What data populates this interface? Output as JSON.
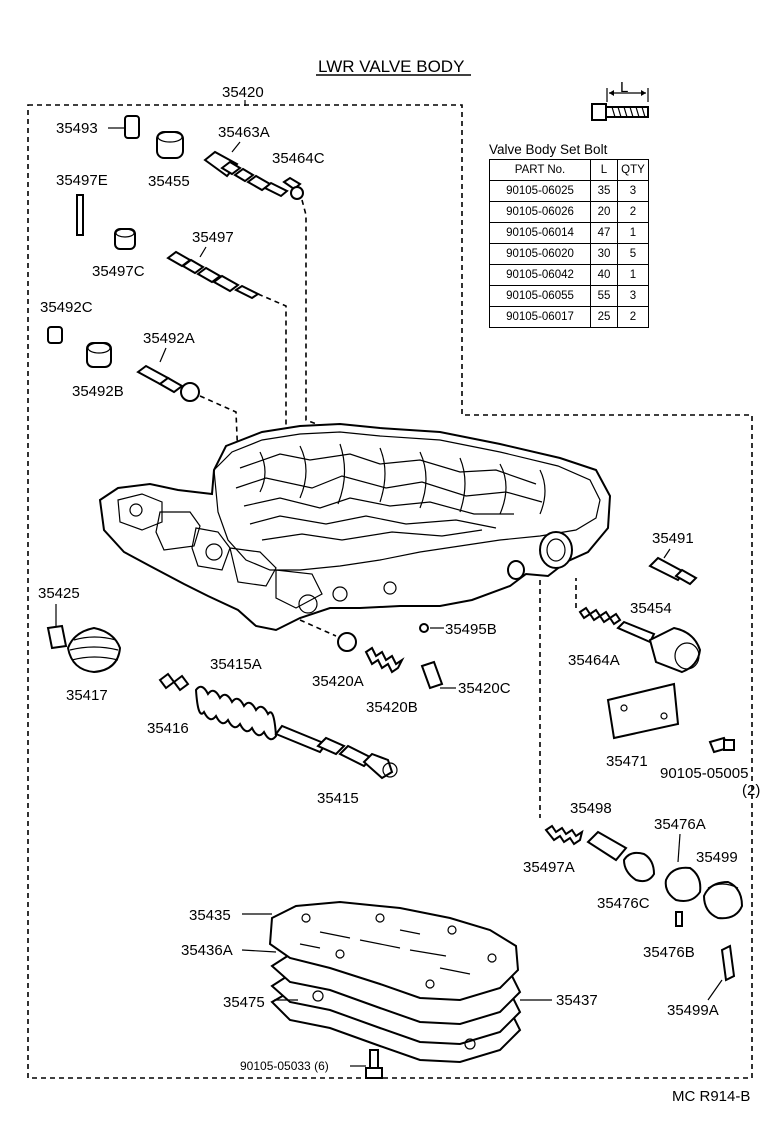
{
  "title": "LWR VALVE BODY",
  "bolt_dimension_label": "L",
  "table": {
    "caption": "Valve Body Set Bolt",
    "headers": [
      "PART No.",
      "L",
      "QTY"
    ],
    "rows": [
      [
        "90105-06025",
        "35",
        "3"
      ],
      [
        "90105-06026",
        "20",
        "2"
      ],
      [
        "90105-06014",
        "47",
        "1"
      ],
      [
        "90105-06020",
        "30",
        "5"
      ],
      [
        "90105-06042",
        "40",
        "1"
      ],
      [
        "90105-06055",
        "55",
        "3"
      ],
      [
        "90105-06017",
        "25",
        "2"
      ]
    ]
  },
  "callouts": {
    "c35420": "35420",
    "c35493": "35493",
    "c35455": "35455",
    "c35463A": "35463A",
    "c35464C": "35464C",
    "c35497E": "35497E",
    "c35497": "35497",
    "c35497C": "35497C",
    "c35492C": "35492C",
    "c35492A": "35492A",
    "c35492B": "35492B",
    "c35491": "35491",
    "c35454": "35454",
    "c35464A": "35464A",
    "c35425": "35425",
    "c35417": "35417",
    "c35495B": "35495B",
    "c35415A": "35415A",
    "c35416": "35416",
    "c35420A": "35420A",
    "c35420B": "35420B",
    "c35420C": "35420C",
    "c35415": "35415",
    "c35471": "35471",
    "c90105_05005": "90105-05005",
    "c90105_05005_qty": "(2)",
    "c35498": "35498",
    "c35476A": "35476A",
    "c35499": "35499",
    "c35497A": "35497A",
    "c35476C": "35476C",
    "c35476B": "35476B",
    "c35499A": "35499A",
    "c35435": "35435",
    "c35436A": "35436A",
    "c35475": "35475",
    "c35437": "35437",
    "c90105_05033": "90105-05033 (6)",
    "figure_code": "MC R914-B"
  }
}
